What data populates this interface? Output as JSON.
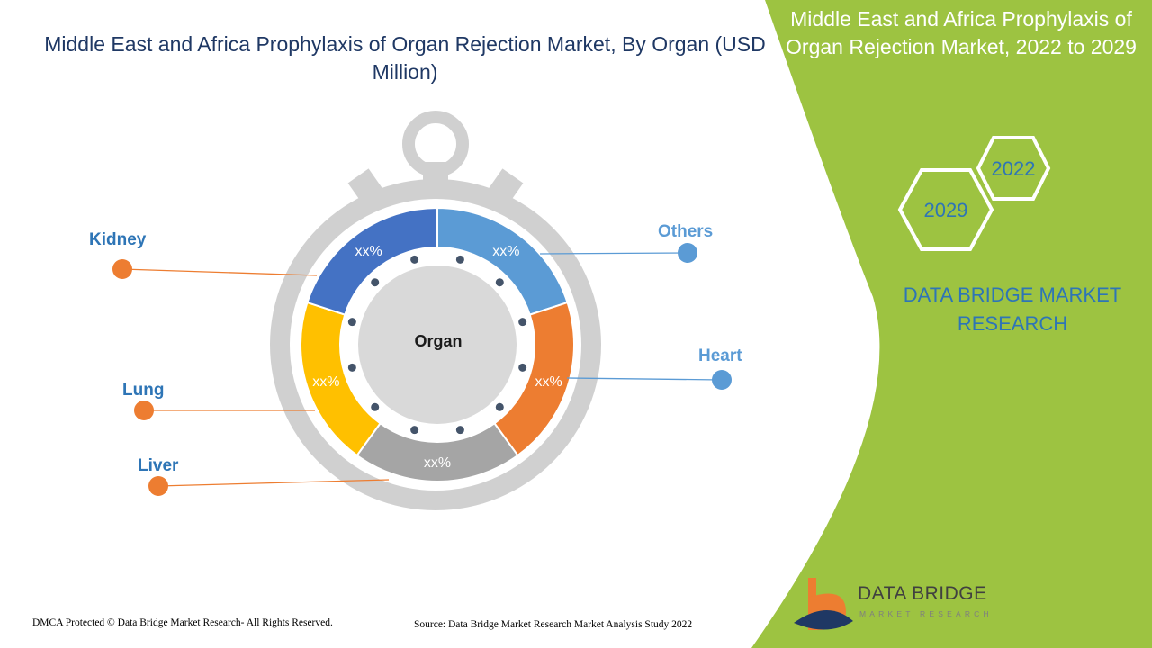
{
  "title": "Middle East and Africa Prophylaxis of Organ Rejection Market, By Organ (USD Million)",
  "right_panel": {
    "title": "Middle East and Africa Prophylaxis of Organ Rejection Market, 2022 to 2029",
    "hex_years": [
      "2022",
      "2029"
    ],
    "brand_text": "DATA BRIDGE MARKET RESEARCH"
  },
  "logo": {
    "name": "DATA BRIDGE",
    "tagline": "MARKET RESEARCH"
  },
  "footer": {
    "dmca": "DMCA Protected © Data Bridge Market Research- All Rights Reserved.",
    "source": "Source: Data Bridge Market Research Market Analysis Study 2022"
  },
  "colors": {
    "title": "#1f3864",
    "green_panel": "#9dc341",
    "watch_ring": "#d0d0d0",
    "inner_circle": "#d9d9d9",
    "connector_orange": "#ed7d31",
    "connector_blue": "#5b9bd5"
  },
  "chart_data": {
    "type": "pie",
    "style": "donut",
    "center_label": "Organ",
    "slices": [
      {
        "name": "Others",
        "label": "xx%",
        "color": "#5b9bd5"
      },
      {
        "name": "Heart",
        "label": "xx%",
        "color": "#ed7d31"
      },
      {
        "name": "Liver",
        "label": "xx%",
        "color": "#a5a5a5"
      },
      {
        "name": "Lung",
        "label": "xx%",
        "color": "#ffc000"
      },
      {
        "name": "Kidney",
        "label": "xx%",
        "color": "#4472c4"
      }
    ]
  }
}
